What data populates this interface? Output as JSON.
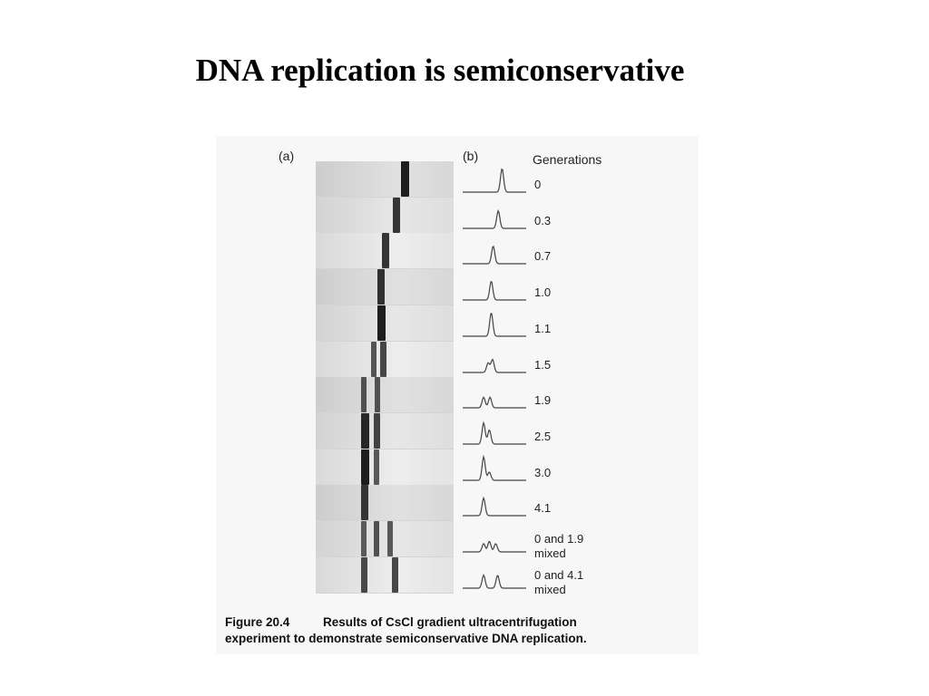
{
  "slide": {
    "title": "DNA replication is semiconservative"
  },
  "figure": {
    "panel_a_label": "(a)",
    "panel_b_label": "(b)",
    "generations_header": "Generations",
    "rows": [
      {
        "label_lines": [
          "0"
        ],
        "peaks": [
          {
            "pos": 0.62,
            "h": 1.0
          }
        ]
      },
      {
        "label_lines": [
          "0.3"
        ],
        "peaks": [
          {
            "pos": 0.56,
            "h": 0.75
          }
        ]
      },
      {
        "label_lines": [
          "0.7"
        ],
        "peaks": [
          {
            "pos": 0.48,
            "h": 0.75
          }
        ]
      },
      {
        "label_lines": [
          "1.0"
        ],
        "peaks": [
          {
            "pos": 0.45,
            "h": 0.8
          }
        ]
      },
      {
        "label_lines": [
          "1.1"
        ],
        "peaks": [
          {
            "pos": 0.45,
            "h": 1.0
          }
        ]
      },
      {
        "label_lines": [
          "1.5"
        ],
        "peaks": [
          {
            "pos": 0.4,
            "h": 0.4
          },
          {
            "pos": 0.47,
            "h": 0.55
          }
        ]
      },
      {
        "label_lines": [
          "1.9"
        ],
        "peaks": [
          {
            "pos": 0.33,
            "h": 0.45
          },
          {
            "pos": 0.43,
            "h": 0.45
          }
        ]
      },
      {
        "label_lines": [
          "2.5"
        ],
        "peaks": [
          {
            "pos": 0.33,
            "h": 0.9
          },
          {
            "pos": 0.42,
            "h": 0.6
          }
        ]
      },
      {
        "label_lines": [
          "3.0"
        ],
        "peaks": [
          {
            "pos": 0.33,
            "h": 1.0
          },
          {
            "pos": 0.42,
            "h": 0.35
          }
        ]
      },
      {
        "label_lines": [
          "4.1"
        ],
        "peaks": [
          {
            "pos": 0.33,
            "h": 0.75
          }
        ]
      },
      {
        "label_lines": [
          "0 and 1.9",
          "mixed"
        ],
        "peaks": [
          {
            "pos": 0.33,
            "h": 0.35
          },
          {
            "pos": 0.42,
            "h": 0.45
          },
          {
            "pos": 0.52,
            "h": 0.35
          }
        ]
      },
      {
        "label_lines": [
          "0 and 4.1",
          "mixed"
        ],
        "peaks": [
          {
            "pos": 0.33,
            "h": 0.55
          },
          {
            "pos": 0.55,
            "h": 0.55
          }
        ]
      }
    ],
    "caption_number": "Figure 20.4",
    "caption_line1": "Results of CsCl gradient ultracentrifugation",
    "caption_line2": "experiment to demonstrate semiconservative DNA replication."
  }
}
